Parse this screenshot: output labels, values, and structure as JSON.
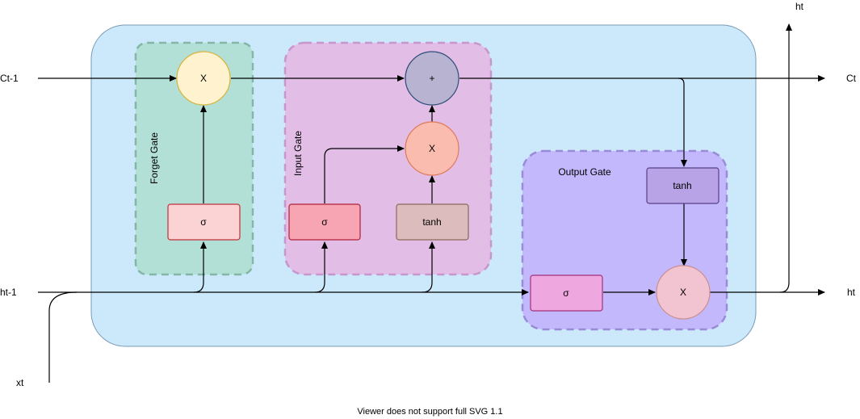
{
  "gates": {
    "forget": {
      "label": "Forget Gate",
      "sigma": "σ",
      "multiply": "X"
    },
    "input": {
      "label": "Input Gate",
      "sigma": "σ",
      "tanh": "tanh",
      "multiply": "X",
      "add": "+"
    },
    "output": {
      "label": "Output Gate",
      "sigma": "σ",
      "tanh": "tanh",
      "multiply": "X"
    }
  },
  "signals": {
    "c_prev": "Ct-1",
    "c_next": "Ct",
    "h_prev": "ht-1",
    "h_next": "ht",
    "h_out_top": "ht",
    "x_in": "xt"
  },
  "colors": {
    "cell_bg": "#cce8fb",
    "cell_border": "#7a9bb5",
    "forget_bg": "#b3e0d6",
    "forget_border": "#84b5a6",
    "input_bg": "#e2bde6",
    "input_border": "#c796cc",
    "output_bg": "#c2b8fb",
    "output_border": "#9a8ad8",
    "sigma_pink": "#fcd3d5",
    "sigma_red": "#f8a5b3",
    "sigma_magenta": "#efa8df",
    "tanh_brown": "#dcbcbc",
    "tanh_purple": "#b9a3e7",
    "mult_yellow": "#fff3cf",
    "mult_orange": "#fbbcb0",
    "add_gray": "#b8b3d1",
    "mult_output": "#f2c4d2"
  },
  "footer": "Viewer does not support full SVG 1.1"
}
